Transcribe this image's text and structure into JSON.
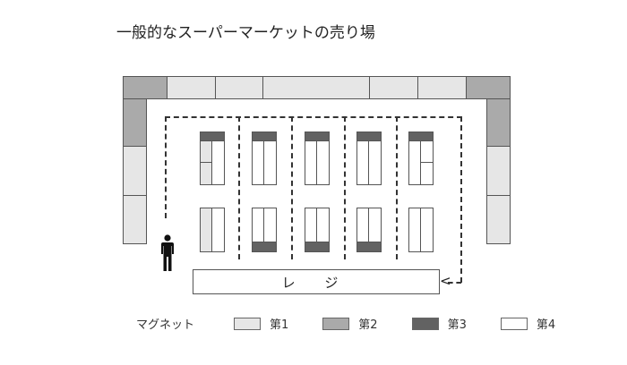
{
  "title": "一般的なスーパーマーケットの売り場",
  "colors": {
    "magnet_1": "#e6e6e6",
    "magnet_2": "#aaaaaa",
    "magnet_3": "#626262",
    "magnet_4": "#ffffff",
    "border": "#555555"
  },
  "register": {
    "label": "レ ジ"
  },
  "arrow": {
    "glyph": "<"
  },
  "legend": {
    "title": "マグネット",
    "items": [
      {
        "label": "第1",
        "color": "#e6e6e6"
      },
      {
        "label": "第2",
        "color": "#aaaaaa"
      },
      {
        "label": "第3",
        "color": "#626262"
      },
      {
        "label": "第4",
        "color": "#ffffff"
      }
    ]
  },
  "layout": {
    "top_wall": [
      "第2",
      "第1",
      "第1",
      "第1",
      "第1",
      "第1",
      "第2"
    ],
    "left_wall": [
      "第2",
      "第1",
      "第1"
    ],
    "right_wall": [
      "第2",
      "第1",
      "第1"
    ],
    "aisle_shelves_top_row": [
      {
        "header": "第3",
        "left": [
          "第1",
          "第1"
        ],
        "right": [
          "第4"
        ]
      },
      {
        "header": "第3",
        "left": [
          "第4"
        ],
        "right": [
          "第4"
        ]
      },
      {
        "header": "第3",
        "left": [
          "第4"
        ],
        "right": [
          "第4"
        ]
      },
      {
        "header": "第3",
        "left": [
          "第4"
        ],
        "right": [
          "第4"
        ]
      },
      {
        "header": "第3",
        "left": [
          "第4"
        ],
        "right": [
          "第4",
          "第4"
        ]
      }
    ],
    "aisle_shelves_bottom_row": [
      {
        "footer": null,
        "left": [
          "第1"
        ],
        "right": [
          "第4"
        ]
      },
      {
        "footer": "第3",
        "left": [
          "第4"
        ],
        "right": [
          "第4"
        ]
      },
      {
        "footer": "第3",
        "left": [
          "第4"
        ],
        "right": [
          "第4"
        ]
      },
      {
        "footer": "第3",
        "left": [
          "第4"
        ],
        "right": [
          "第4"
        ]
      },
      {
        "footer": null,
        "left": [
          "第4"
        ],
        "right": [
          "第4"
        ]
      }
    ]
  }
}
